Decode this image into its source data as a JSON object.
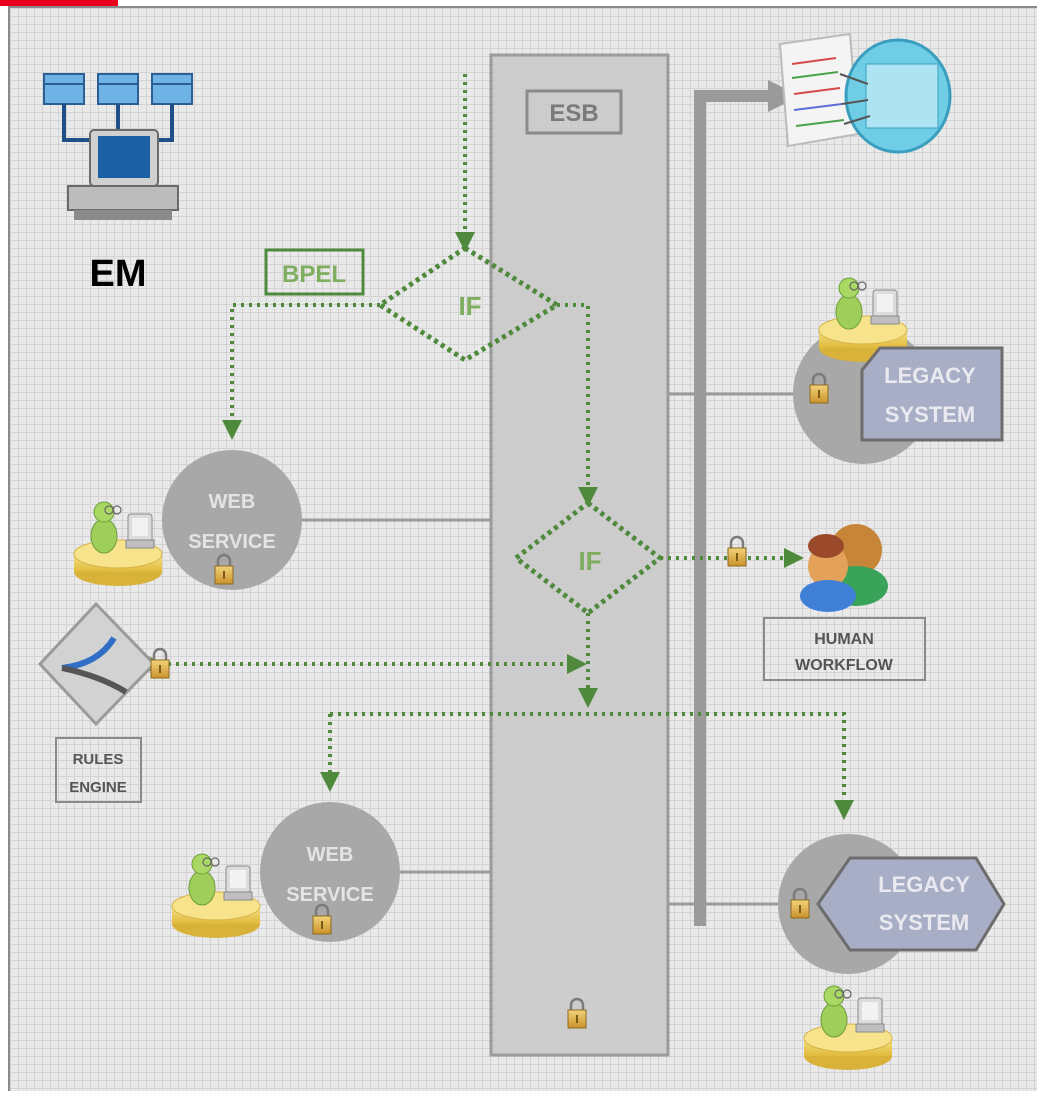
{
  "labels": {
    "em": "EM",
    "esb": "ESB",
    "bpel": "BPEL",
    "if_top": "IF",
    "if_mid": "IF",
    "web_service_1_line1": "WEB",
    "web_service_1_line2": "SERVICE",
    "web_service_2_line1": "WEB",
    "web_service_2_line2": "SERVICE",
    "legacy_1_line1": "LEGACY",
    "legacy_1_line2": "SYSTEM",
    "legacy_2_line1": "LEGACY",
    "legacy_2_line2": "SYSTEM",
    "human_workflow_line1": "HUMAN",
    "human_workflow_line2": "WORKFLOW",
    "rules_engine_line1": "RULES",
    "rules_engine_line2": "ENGINE"
  },
  "colors": {
    "accent_red": "#e8001c",
    "flow_green": "#4f8a3c",
    "label_green": "#7fae60",
    "esb_bar": "#c9c9c9",
    "bus_line": "#9a9a9a",
    "legacy_box": "#a7aec6"
  },
  "icons": [
    "computer-icon",
    "user-at-desk-icon",
    "lock-icon",
    "document-report-icon",
    "people-group-icon",
    "rules-diamond-icon"
  ]
}
